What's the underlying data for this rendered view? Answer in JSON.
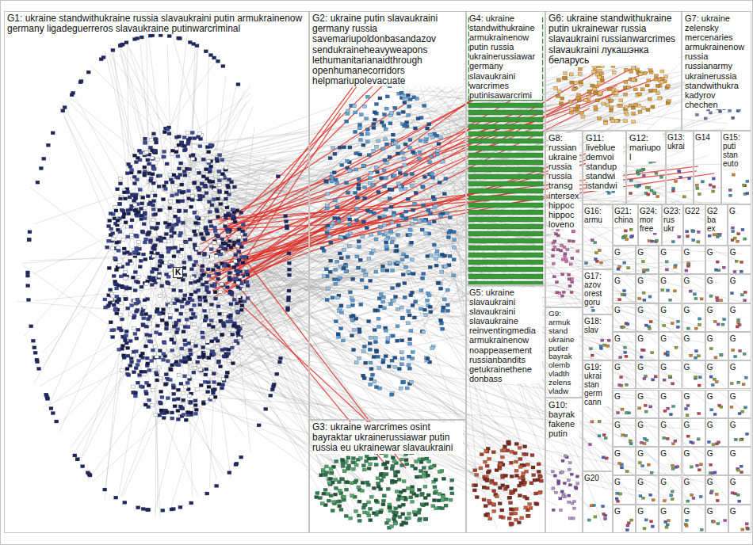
{
  "diagram": {
    "nodes": [
      {
        "text": [
          "G1: ukraine standwithukraine russia slavaukraini putin armukrainenow germany ligadeguerreros slavaukraine putinwarcriminal"
        ]
      },
      {
        "text": [
          "G2: ukraine putin slavaukraini germany russia savemariupoldonbasandazov sendukraineheavyweapons lethumanitarianaidthrough openhumanecorridors helpmariupolevacuate"
        ]
      },
      {
        "text": [
          "G3: ukraine warcrimes osint bayraktar ukrainerussiawar putin russia eu ukrainewar slavaukraini"
        ]
      },
      {
        "text": [
          "G4: ukraine standwithukraine armukrainenow putin russia ukrainerussiawar germany slavaukraini warcrimes putinisawarcrimi"
        ]
      },
      {
        "text": [
          "G5: ukraine slavaukraini slavaukraini slavaukraine reinventingmedia armukrainenow noappeasement russianbandits getukrainethene donbass"
        ]
      },
      {
        "text": [
          "G6: ukraine standwithukraine putin ukrainewar russia slavaukraini russianwarcrimes slavaukraini лукашэнка беларусь"
        ]
      },
      {
        "text": [
          "G7: ukraine zelensky mercenaries armukrainenow russia russianarmy ukrainerussia standwithukra kadyrov chechen"
        ]
      },
      {
        "text": [
          "G8: russian ukraine russia russia transg intersex hippoc hippoc loveno"
        ]
      },
      {
        "text": [
          "G9: armuk stand ukraine putler bayrak olemb vladth zelens vladw"
        ]
      },
      {
        "text": [
          "G10: bayrak fakene putin"
        ]
      },
      {
        "text": [
          "G11: liveblue demvoi standup standwi istandwi"
        ]
      },
      {
        "text": [
          "G12: mariupol"
        ]
      },
      {
        "text": [
          "G13: ukrai"
        ]
      },
      {
        "text": [
          "G14"
        ]
      },
      {
        "text": [
          "G15: puti stan euto"
        ]
      },
      {
        "text": [
          "G16: armu"
        ]
      },
      {
        "text": [
          "G17: azov orest goru"
        ]
      },
      {
        "text": [
          "G18: slav"
        ]
      },
      {
        "text": [
          "G19: ukrai stan germ cann"
        ]
      },
      {
        "text": [
          "G20"
        ]
      },
      {
        "text": [
          "G21: china"
        ]
      },
      {
        "text": [
          "G22"
        ]
      },
      {
        "text": [
          "G23: rus ukr"
        ]
      },
      {
        "text": [
          "G24: mor free"
        ]
      },
      {
        "text": [
          "G2 ba ex"
        ]
      },
      {
        "text": [
          "G"
        ]
      },
      {
        "text": [
          "G"
        ]
      },
      {
        "text": [
          "G"
        ]
      },
      {
        "text": [
          "G"
        ]
      },
      {
        "text": [
          "G"
        ]
      },
      {
        "text": [
          "G"
        ]
      },
      {
        "text": [
          "G"
        ]
      },
      {
        "text": [
          "G"
        ]
      },
      {
        "text": [
          "G"
        ]
      },
      {
        "text": [
          "G"
        ]
      },
      {
        "text": [
          "G"
        ]
      },
      {
        "text": [
          "G"
        ]
      },
      {
        "text": [
          "G"
        ]
      },
      {
        "text": [
          "G"
        ]
      },
      {
        "text": [
          "G"
        ]
      },
      {
        "text": [
          "G"
        ]
      },
      {
        "text": [
          "G"
        ]
      },
      {
        "text": [
          "G"
        ]
      },
      {
        "text": [
          "G"
        ]
      },
      {
        "text": [
          "G"
        ]
      },
      {
        "text": [
          "G"
        ]
      },
      {
        "text": [
          "G"
        ]
      },
      {
        "text": [
          "G"
        ]
      },
      {
        "text": [
          "G"
        ]
      },
      {
        "text": [
          "G"
        ]
      },
      {
        "text": [
          "G"
        ]
      },
      {
        "text": [
          "G"
        ]
      },
      {
        "text": [
          "G"
        ]
      },
      {
        "text": [
          "G"
        ]
      },
      {
        "text": [
          "G"
        ]
      },
      {
        "text": [
          "G"
        ]
      },
      {
        "text": [
          "G"
        ]
      },
      {
        "text": [
          "G"
        ]
      },
      {
        "text": [
          "G"
        ]
      },
      {
        "text": [
          "G"
        ]
      },
      {
        "text": [
          "G"
        ]
      },
      {
        "text": [
          "G"
        ]
      },
      {
        "text": [
          "G"
        ]
      },
      {
        "text": [
          "G"
        ]
      },
      {
        "text": [
          "G"
        ]
      },
      {
        "text": [
          "G"
        ]
      },
      {
        "text": [
          "G"
        ]
      },
      {
        "text": [
          "G"
        ]
      },
      {
        "text": [
          "G"
        ]
      },
      {
        "text": [
          "G"
        ]
      },
      {
        "text": [
          "G"
        ]
      },
      {
        "text": [
          "G"
        ]
      },
      {
        "text": [
          "G"
        ]
      },
      {
        "text": [
          "G"
        ]
      },
      {
        "text": [
          "G"
        ]
      },
      {
        "text": [
          "G"
        ]
      },
      {
        "text": [
          "G"
        ]
      },
      {
        "text": [
          "G"
        ]
      },
      {
        "text": [
          "G"
        ]
      },
      {
        "text": [
          "G"
        ]
      },
      {
        "text": [
          "G"
        ]
      },
      {
        "text": [
          "G"
        ]
      },
      {
        "text": [
          "G"
        ]
      },
      {
        "text": [
          "G"
        ]
      },
      {
        "text": [
          "G"
        ]
      },
      {
        "text": [
          "G"
        ]
      }
    ],
    "labels": [
      "K"
    ]
  }
}
